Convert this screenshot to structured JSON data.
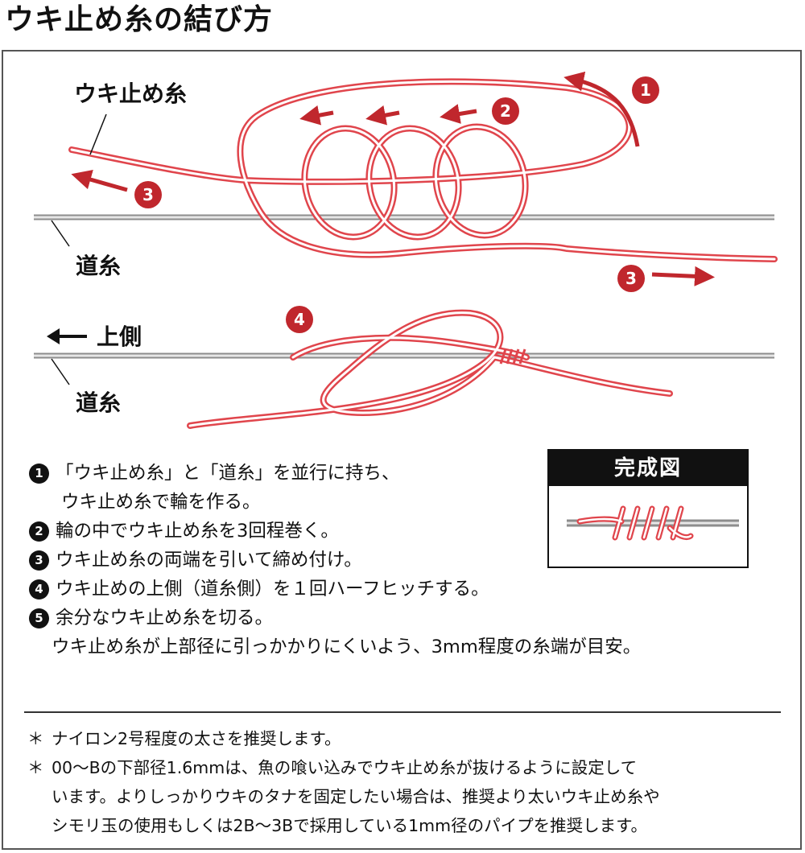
{
  "title": "ウキ止め糸の結び方",
  "diagram": {
    "label_float_stop_line": "ウキ止め糸",
    "label_main_line": "道糸",
    "label_main_line_2": "道糸",
    "label_upper_side": "上側",
    "badge_1": "1",
    "badge_2": "2",
    "badge_3a": "3",
    "badge_3b": "3",
    "badge_4": "4"
  },
  "completed": {
    "title": "完成図"
  },
  "steps": [
    {
      "num": "1",
      "text": "「ウキ止め糸」と「道糸」を並行に持ち、",
      "cont": "ウキ止め糸で輪を作る。"
    },
    {
      "num": "2",
      "text": "輪の中でウキ止め糸を3回程巻く。"
    },
    {
      "num": "3",
      "text": "ウキ止め糸の両端を引いて締め付け。"
    },
    {
      "num": "4",
      "text": "ウキ止めの上側（道糸側）を１回ハーフヒッチする。"
    },
    {
      "num": "5",
      "text": "余分なウキ止め糸を切る。",
      "cont": "ウキ止め糸が上部径に引っかかりにくいよう、3mm程度の糸端が目安。"
    }
  ],
  "notes": {
    "mark": "＊",
    "note1": "ナイロン2号程度の太さを推奨します。",
    "note2_line1": "00〜Bの下部径1.6mmは、魚の喰い込みでウキ止め糸が抜けるように設定して",
    "note2_line2": "います。よりしっかりウキのタナを固定したい場合は、推奨より太いウキ止め糸や",
    "note2_line3": "シモリ玉の使用もしくは2B〜3Bで採用している1mm径のパイプを推奨します。"
  },
  "colors": {
    "line_red": "#e0454c",
    "badge_red": "#c0272d",
    "main_line_gray": "#9a9a9a"
  }
}
